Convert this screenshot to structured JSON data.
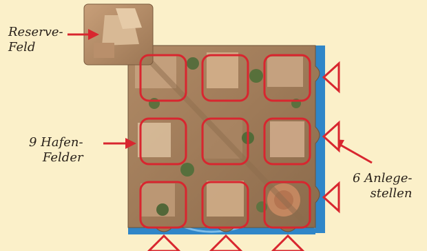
{
  "labels": {
    "reserve_line1": "Reserve-",
    "reserve_line2": "Feld",
    "hafen_line1": "9 Hafen-",
    "hafen_line2": "Felder",
    "anlege_line1": "6 Anlege-",
    "anlege_line2": "stellen"
  },
  "colors": {
    "background": "#fbf0c9",
    "marker": "#d8262f",
    "water": "#2f86c8",
    "text": "#2a221b"
  }
}
